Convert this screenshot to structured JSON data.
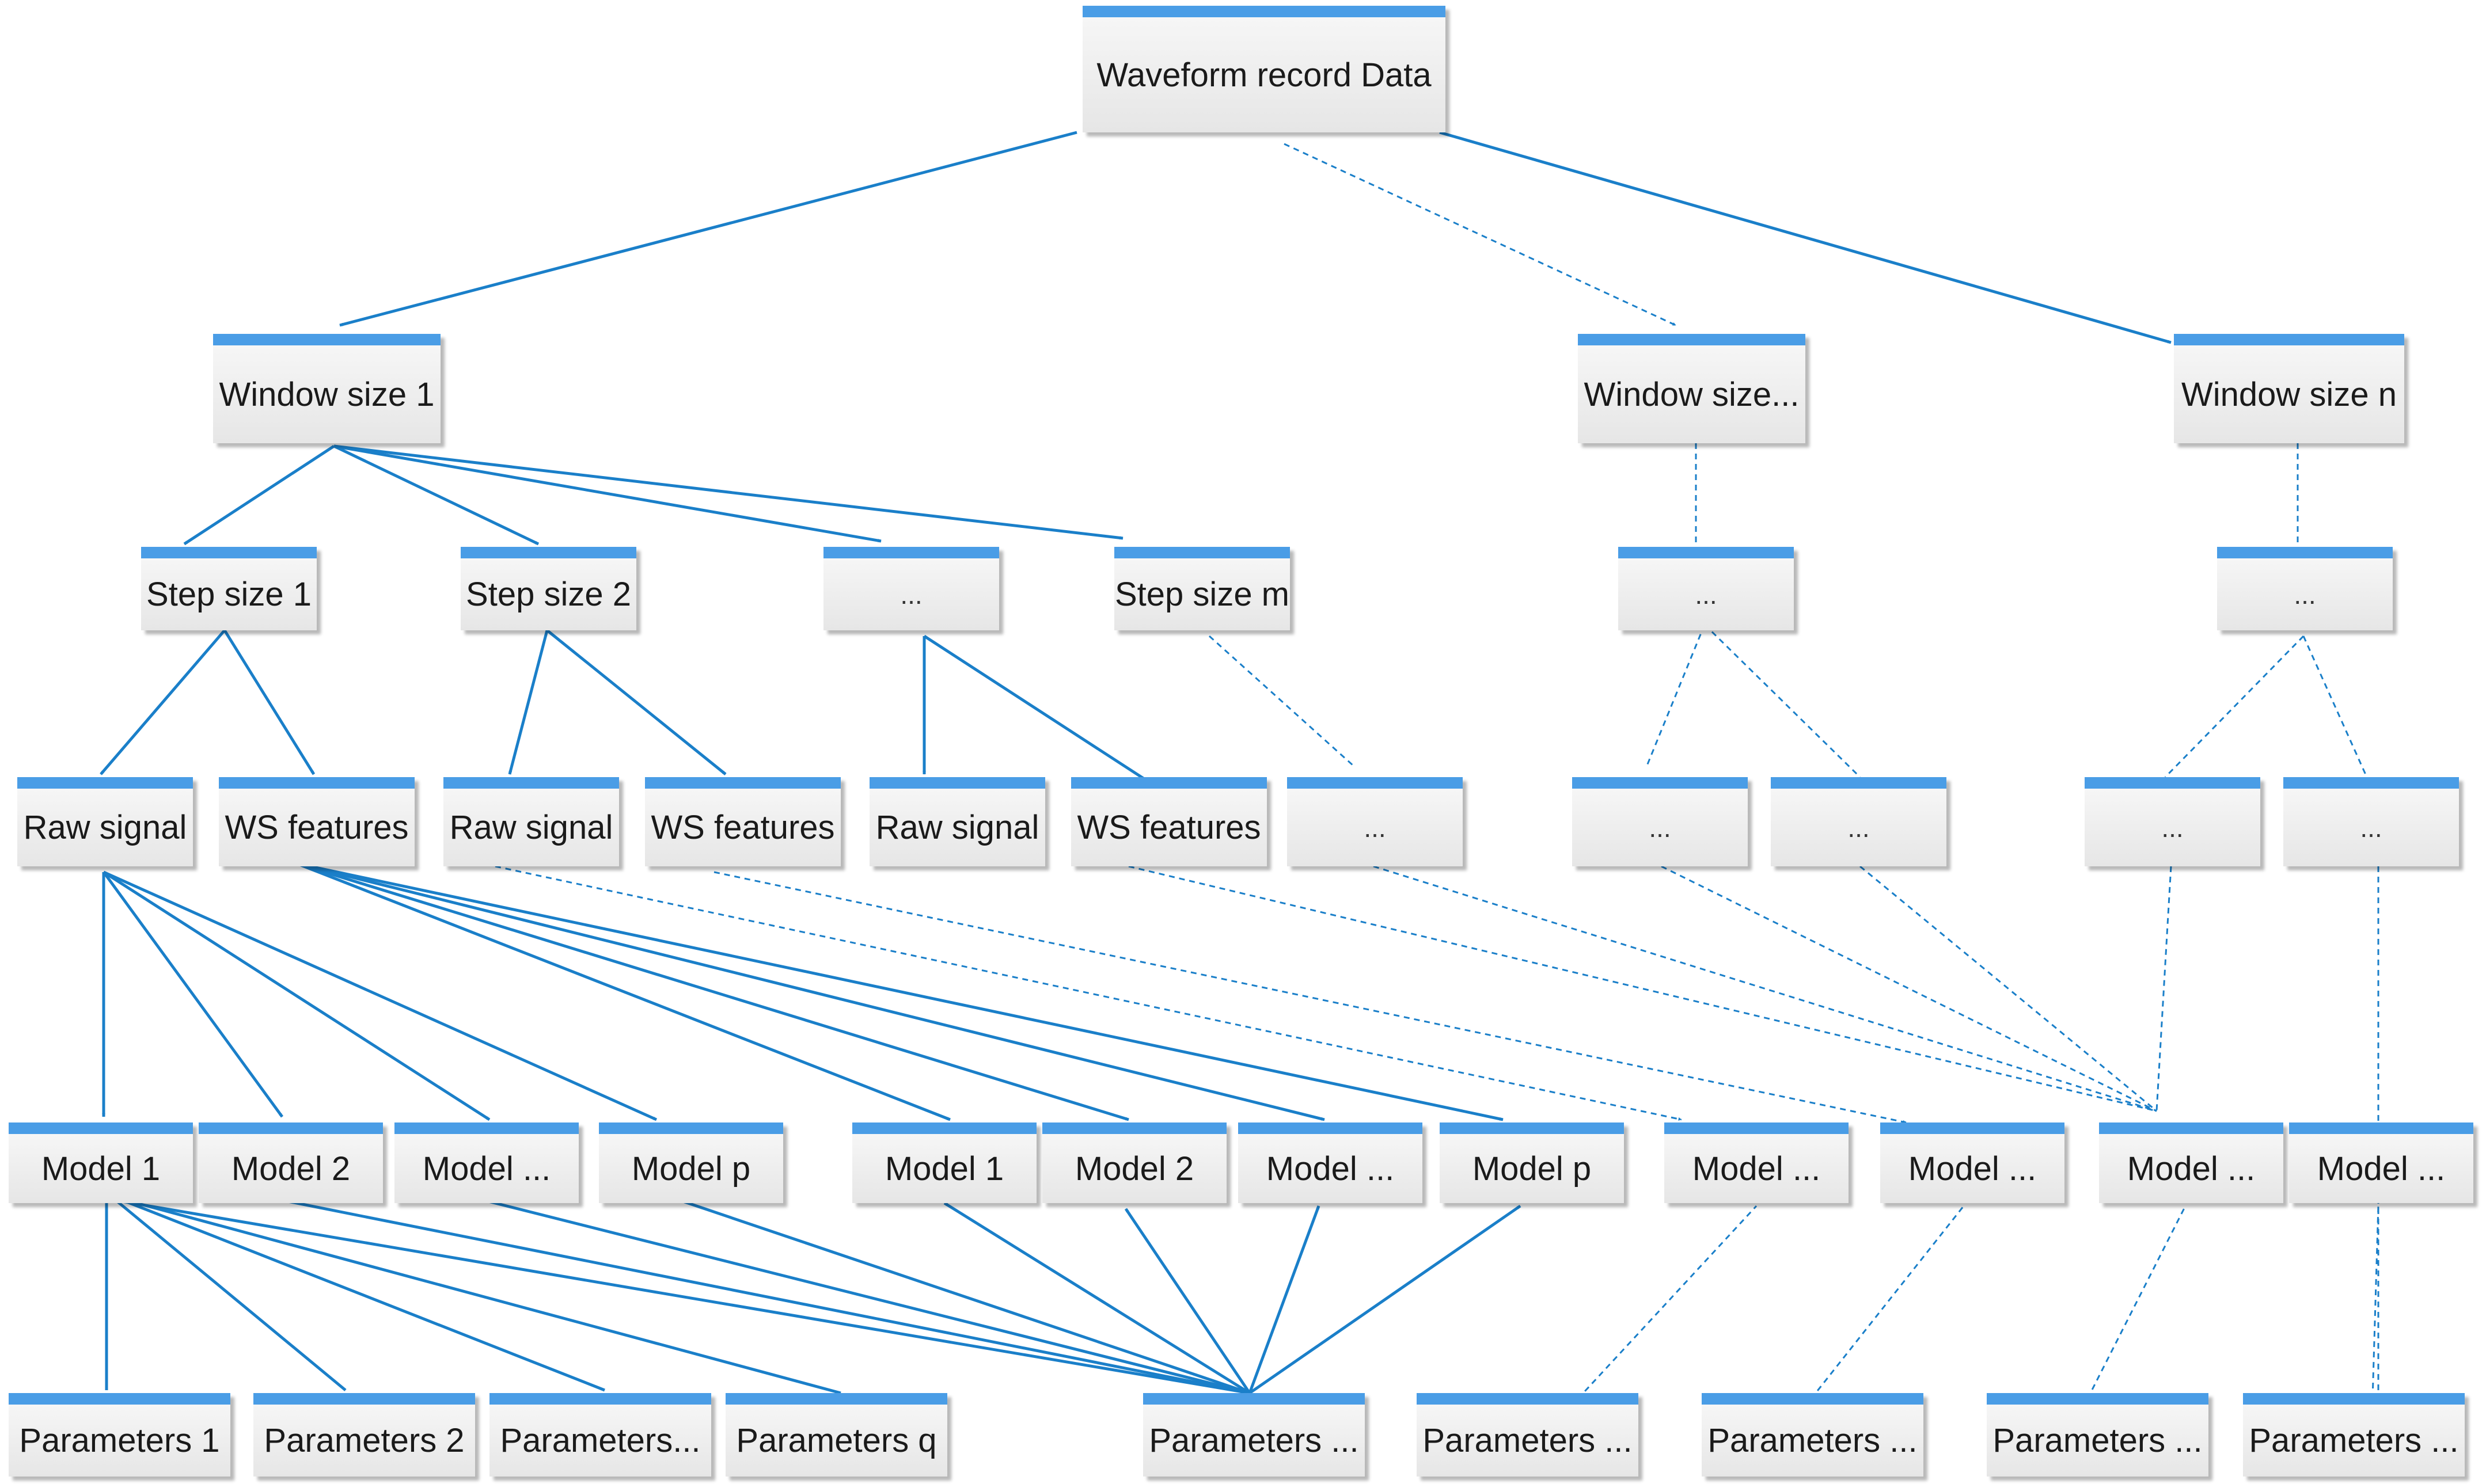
{
  "colors": {
    "accent": "#1a7fc9",
    "box_top": "#4a9de6",
    "box_fill": "#eeeeee"
  },
  "nodes": {
    "root": "Waveform record Data",
    "ws1": "Window size 1",
    "wsdots": "Window size...",
    "wsn": "Window size n",
    "ss1": "Step size 1",
    "ss2": "Step size 2",
    "ssdots": "...",
    "ssm": "Step size m",
    "wsd_mid": "...",
    "wsn_mid": "...",
    "raw1": "Raw signal",
    "wsf1": "WS features",
    "raw2": "Raw signal",
    "wsf2": "WS features",
    "raw3": "Raw signal",
    "wsf3": "WS features",
    "ssm_child": "...",
    "wsd_c1": "...",
    "wsd_c2": "...",
    "wsn_c1": "...",
    "wsn_c2": "...",
    "m1a": "Model 1",
    "m2a": "Model 2",
    "mda": "Model ...",
    "mpa": "Model p",
    "m1b": "Model 1",
    "m2b": "Model 2",
    "mdb": "Model ...",
    "mpb": "Model p",
    "mc1": "Model ...",
    "mc2": "Model ...",
    "mc3": "Model ...",
    "mc4": "Model ...",
    "p1": "Parameters 1",
    "p2": "Parameters 2",
    "pdots": "Parameters...",
    "pq": "Parameters q",
    "pbig": "Parameters ...",
    "pc1": "Parameters ...",
    "pc2": "Parameters ...",
    "pc3": "Parameters ...",
    "pc4": "Parameters ..."
  }
}
